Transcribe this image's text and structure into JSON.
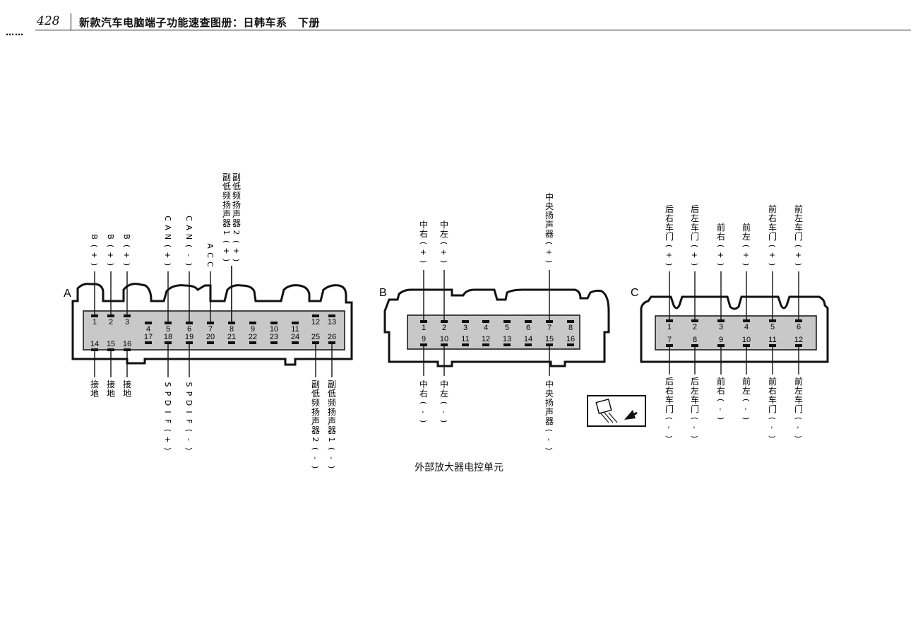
{
  "header": {
    "page_number": "428",
    "book_title": "新款汽车电脑端子功能速查图册：日韩车系　下册",
    "dots": "……"
  },
  "caption": "外部放大器电控单元",
  "connectors": {
    "A": {
      "letter": "A",
      "top_row": [
        "1",
        "2",
        "3",
        "4",
        "5",
        "6",
        "7",
        "8",
        "9",
        "10",
        "11",
        "12",
        "13"
      ],
      "bottom_row": [
        "14",
        "15",
        "16",
        "17",
        "18",
        "19",
        "20",
        "21",
        "22",
        "23",
        "24",
        "25",
        "26"
      ],
      "labels_top": [
        {
          "pin": "1",
          "text": "B(+)"
        },
        {
          "pin": "2",
          "text": "B(+)"
        },
        {
          "pin": "3",
          "text": "B(+)"
        },
        {
          "pin": "5",
          "text": "CAN(+)"
        },
        {
          "pin": "6",
          "text": "CAN(-)"
        },
        {
          "pin": "7",
          "text": "ACC"
        },
        {
          "pin": "8a",
          "text": "副低频扬声器1(+)"
        },
        {
          "pin": "8b",
          "text": "副低频扬声器2(+)"
        }
      ],
      "labels_bottom": [
        {
          "pin": "14",
          "text": "接地"
        },
        {
          "pin": "15",
          "text": "接地"
        },
        {
          "pin": "16",
          "text": "接地"
        },
        {
          "pin": "18",
          "text": "SPDIF(+)"
        },
        {
          "pin": "19",
          "text": "SPDIF(-)"
        },
        {
          "pin": "25",
          "text": "副低频扬声器2(-)"
        },
        {
          "pin": "26",
          "text": "副低频扬声器1(-)"
        }
      ]
    },
    "B": {
      "letter": "B",
      "top_row": [
        "1",
        "2",
        "3",
        "4",
        "5",
        "6",
        "7",
        "8"
      ],
      "bottom_row": [
        "9",
        "10",
        "11",
        "12",
        "13",
        "14",
        "15",
        "16"
      ],
      "labels_top": [
        {
          "pin": "1",
          "text": "中右(+)"
        },
        {
          "pin": "2",
          "text": "中左(+)"
        },
        {
          "pin": "7",
          "text": "中央扬声器(+)"
        }
      ],
      "labels_bottom": [
        {
          "pin": "9",
          "text": "中右(-)"
        },
        {
          "pin": "10",
          "text": "中左(-)"
        },
        {
          "pin": "15",
          "text": "中央扬声器(-)"
        }
      ]
    },
    "C": {
      "letter": "C",
      "top_row": [
        "1",
        "2",
        "3",
        "4",
        "5",
        "6"
      ],
      "bottom_row": [
        "7",
        "8",
        "9",
        "10",
        "11",
        "12"
      ],
      "labels_top": [
        {
          "pin": "1",
          "text": "后右车门(+)"
        },
        {
          "pin": "2",
          "text": "后左车门(+)"
        },
        {
          "pin": "3",
          "text": "前右(+)"
        },
        {
          "pin": "4",
          "text": "前左(+)"
        },
        {
          "pin": "5",
          "text": "前右车门(+)"
        },
        {
          "pin": "6",
          "text": "前左车门(+)"
        }
      ],
      "labels_bottom": [
        {
          "pin": "7",
          "text": "后右车门(-)"
        },
        {
          "pin": "8",
          "text": "后左车门(-)"
        },
        {
          "pin": "9",
          "text": "前右(-)"
        },
        {
          "pin": "10",
          "text": "前左(-)"
        },
        {
          "pin": "11",
          "text": "前右车门(-)"
        },
        {
          "pin": "12",
          "text": "前左车门(-)"
        }
      ]
    }
  },
  "icons": {
    "view_direction": "connector-view-arrow-icon"
  }
}
